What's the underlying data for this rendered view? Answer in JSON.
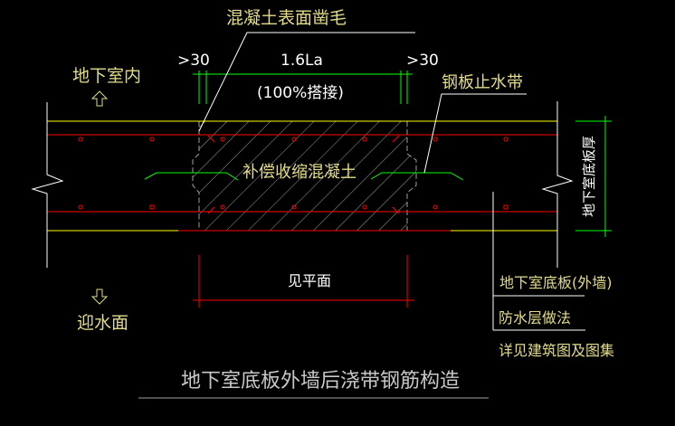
{
  "labels": {
    "surface_roughen": "混凝土表面凿毛",
    "gt30_left": ">30",
    "gt30_right": ">30",
    "lap_length": "1.6La",
    "lap_percent": "(100%搭接)",
    "basement_inside": "地下室内",
    "steel_waterstop": "钢板止水带",
    "compensating_concrete": "补偿收缩混凝土",
    "slab_thickness": "地下室底板厚",
    "see_plan": "见平面",
    "water_side": "迎水面",
    "slab_wall": "地下室底板(外墙)",
    "waterproof_method": "防水层做法",
    "see_drawings": "详见建筑图及图集"
  },
  "title": "地下室底板外墙后浇带钢筋构造",
  "colors": {
    "background": "#000000",
    "yellow_line": "#ffff00",
    "red_line": "#ff0000",
    "green_dim": "#00ff00",
    "text_yellow": "#e2dc8a",
    "hatch": "#a0a0a0"
  }
}
